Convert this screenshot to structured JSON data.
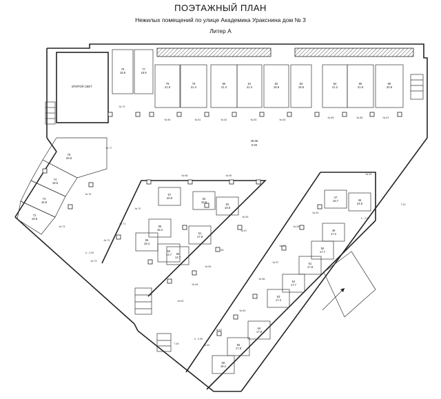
{
  "header": {
    "title": "ПОЭТАЖНЫЙ ПЛАН",
    "subtitle": "Нежилых помещений по улице Академика Уракснина дом № 3",
    "liter": "Литер А"
  },
  "central_area": {
    "number": "48.06",
    "area": "0.00"
  },
  "top_rooms": [
    {
      "n": "76",
      "a": "18.8"
    },
    {
      "n": "77",
      "a": "18.9"
    },
    {
      "n": "78",
      "a": "21.6"
    },
    {
      "n": "79",
      "a": "21.4"
    },
    {
      "n": "80",
      "a": "21.3"
    },
    {
      "n": "81",
      "a": "21.3"
    },
    {
      "n": "82",
      "a": "18.8"
    },
    {
      "n": "83",
      "a": "18.6"
    },
    {
      "n": "84",
      "a": "21.2"
    },
    {
      "n": "85",
      "a": "21.6"
    },
    {
      "n": "86",
      "a": "20.8"
    }
  ],
  "left_rooms": [
    {
      "n": "75",
      "a": "20.8"
    },
    {
      "n": "74",
      "a": "18.6"
    },
    {
      "n": "73",
      "a": "16.8"
    },
    {
      "n": "72",
      "a": "18.8"
    }
  ],
  "middle_rooms": [
    {
      "n": "67",
      "a": "20.9"
    },
    {
      "n": "66",
      "a": "18.4"
    },
    {
      "n": "65",
      "a": "18.4"
    },
    {
      "n": "64",
      "a": "13.7"
    },
    {
      "n": "63",
      "a": "18.6"
    },
    {
      "n": "62",
      "a": "16.8"
    },
    {
      "n": "61",
      "a": "17.8"
    },
    {
      "n": "60",
      "a": "13.7"
    }
  ],
  "right_rooms": [
    {
      "n": "47",
      "a": "18.7"
    },
    {
      "n": "46",
      "a": "24.5"
    },
    {
      "n": "49",
      "a": "17.2"
    },
    {
      "n": "50",
      "a": "17.7"
    },
    {
      "n": "51",
      "a": "17.8"
    },
    {
      "n": "52",
      "a": "17.7"
    },
    {
      "n": "53",
      "a": "17.2"
    },
    {
      "n": "54",
      "a": "17.8"
    },
    {
      "n": "55",
      "a": "17.8"
    },
    {
      "n": "56",
      "a": "18.2"
    }
  ],
  "labels": {
    "second_light": "ВТОРОЙ СВЕТ",
    "post_79": "№ 79",
    "post_77": "№ 77",
    "post_76": "№ 76",
    "post_74": "№ 74",
    "post_70": "№ 70",
    "post_71": "№ 71",
    "post_72": "№ 72",
    "post_73": "№ 73",
    "post_80": "№ 80",
    "post_81": "№ 81",
    "post_82": "№ 82",
    "post_83": "№ 83",
    "post_84": "№ 84",
    "post_85": "№ 85",
    "post_86": "№ 86",
    "post_87": "№ 87",
    "post_67": "№ 67",
    "post_68": "№ 68",
    "post_69": "№ 69",
    "post_59": "№ 59",
    "post_53": "№ 53",
    "post_54": "№ 54",
    "post_55": "№ 55",
    "post_56": "№ 56",
    "post_57": "№ 57",
    "post_58": "№ 58",
    "post_60": "№ 60",
    "post_61": "№ 61",
    "post_62": "№ 62",
    "post_63": "№ 63",
    "post_64": "№ 64",
    "post_65": "№ 65",
    "post_66": "№ 66",
    "h_left": "h - 2.90",
    "h_mid": "h - 2.90",
    "h_right": "h - 2.97",
    "dim_ramp": "7.20",
    "dim_bottom": "7.45"
  },
  "colors": {
    "line": "#222222",
    "hatch": "#555555",
    "bg": "#ffffff"
  }
}
